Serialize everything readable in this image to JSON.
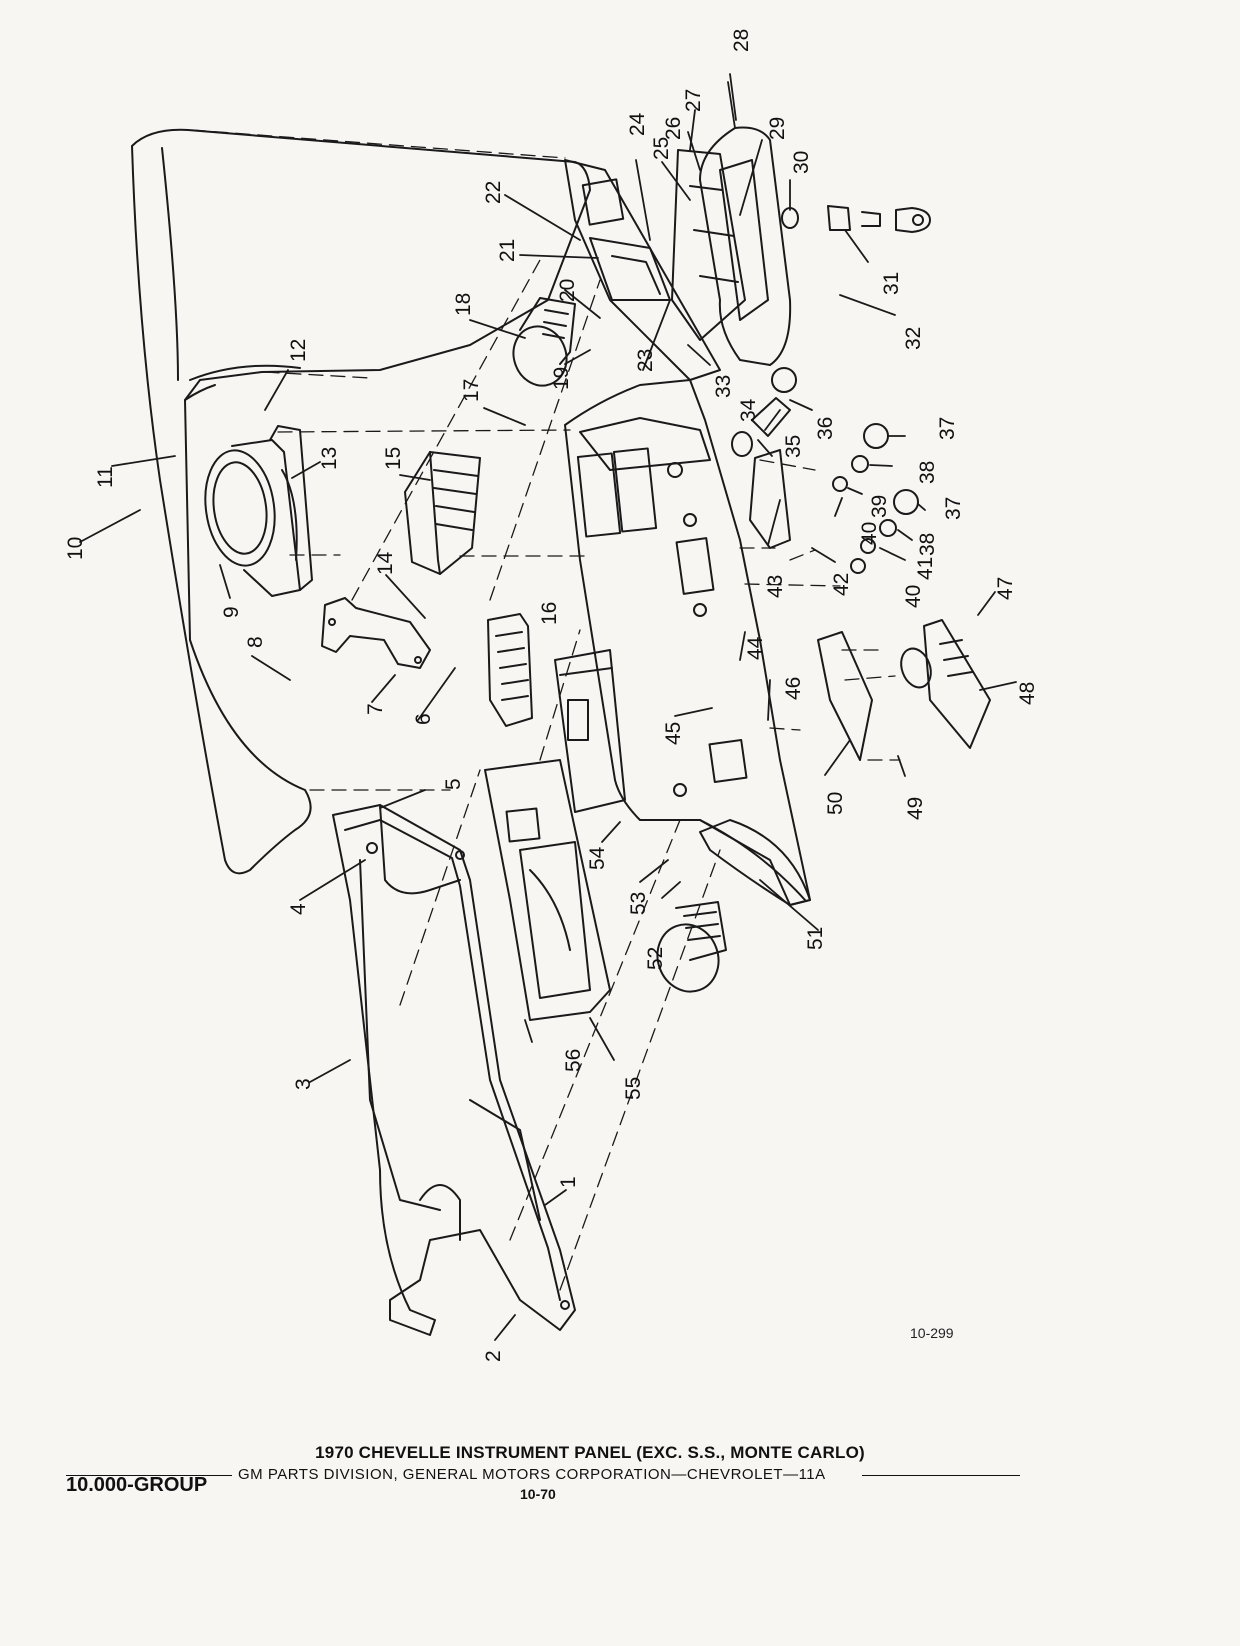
{
  "figure": {
    "code": "10-299",
    "callouts": [
      "1",
      "2",
      "3",
      "4",
      "5",
      "6",
      "7",
      "8",
      "9",
      "10",
      "11",
      "12",
      "13",
      "14",
      "15",
      "16",
      "17",
      "18",
      "19",
      "20",
      "21",
      "22",
      "23",
      "24",
      "25",
      "26",
      "27",
      "28",
      "29",
      "30",
      "31",
      "32",
      "33",
      "34",
      "35",
      "36",
      "37",
      "37",
      "38",
      "38",
      "39",
      "40",
      "40",
      "41",
      "42",
      "43",
      "44",
      "45",
      "46",
      "47",
      "48",
      "49",
      "50",
      "51",
      "52",
      "53",
      "54",
      "55",
      "56"
    ]
  },
  "caption": "1970 CHEVELLE INSTRUMENT PANEL (EXC. S.S., MONTE CARLO)",
  "footer": {
    "publisher_line": "GM PARTS DIVISION, GENERAL MOTORS CORPORATION—CHEVROLET—11A",
    "group": "10.000-GROUP",
    "page": "10-70"
  }
}
